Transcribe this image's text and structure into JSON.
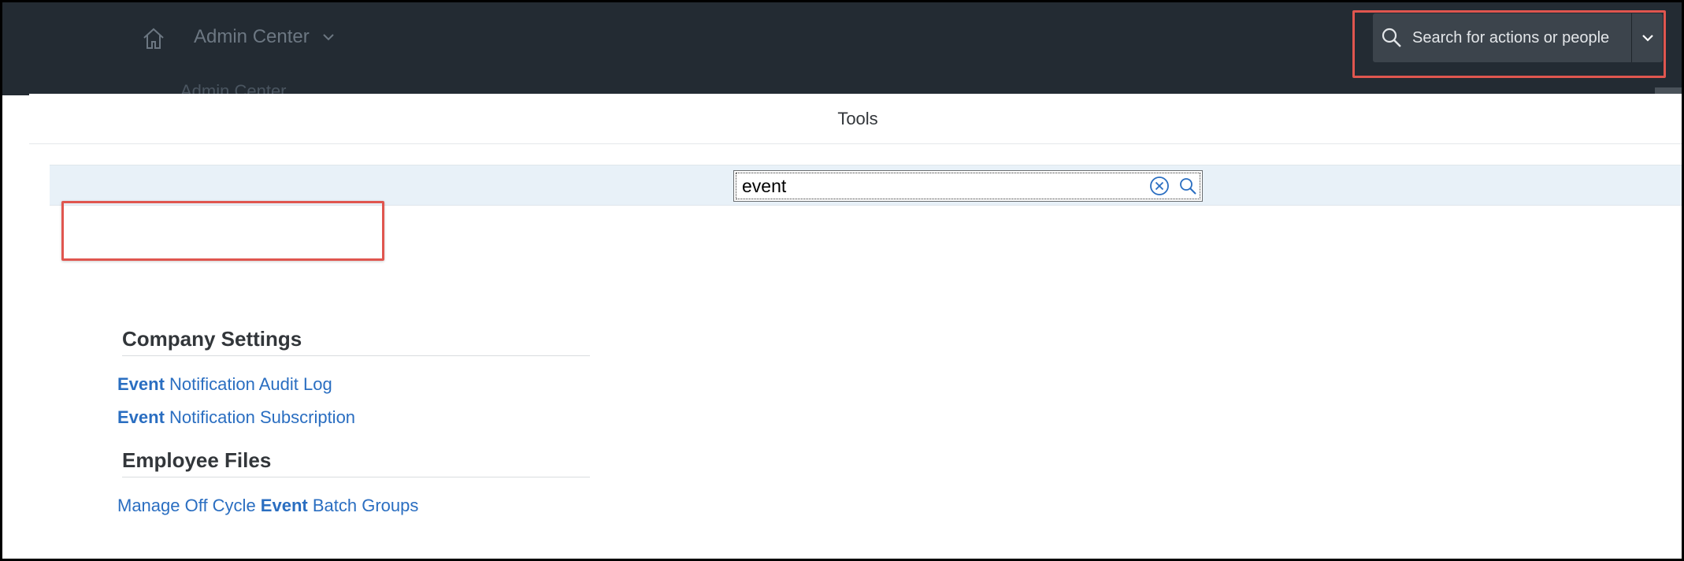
{
  "shell": {
    "app_title": "Admin Center",
    "sub_title": "Admin Center",
    "search_placeholder": "Search for actions or people",
    "icons": {
      "home": "home-icon",
      "title_menu": "chevron-down-icon",
      "search": "search-icon",
      "search_menu": "chevron-down-icon"
    }
  },
  "dialog": {
    "title": "Tools",
    "search_value": "event",
    "icons": {
      "clear": "clear-circle-icon",
      "search": "search-icon"
    }
  },
  "results": {
    "groups": [
      {
        "title": "Company Settings",
        "items": [
          {
            "highlight": "Event",
            "rest": " Notification Audit Log"
          },
          {
            "highlight": "Event",
            "rest": " Notification Subscription"
          }
        ]
      },
      {
        "title": "Employee Files",
        "items": [
          {
            "prefix": "Manage Off Cycle ",
            "highlight": "Event",
            "rest": " Batch Groups"
          }
        ]
      }
    ]
  },
  "colors": {
    "shell_bg": "#232b33",
    "link": "#2a6ec1",
    "highlight_outline": "#e0564f",
    "toolbar_bg": "#e8f1f8"
  }
}
